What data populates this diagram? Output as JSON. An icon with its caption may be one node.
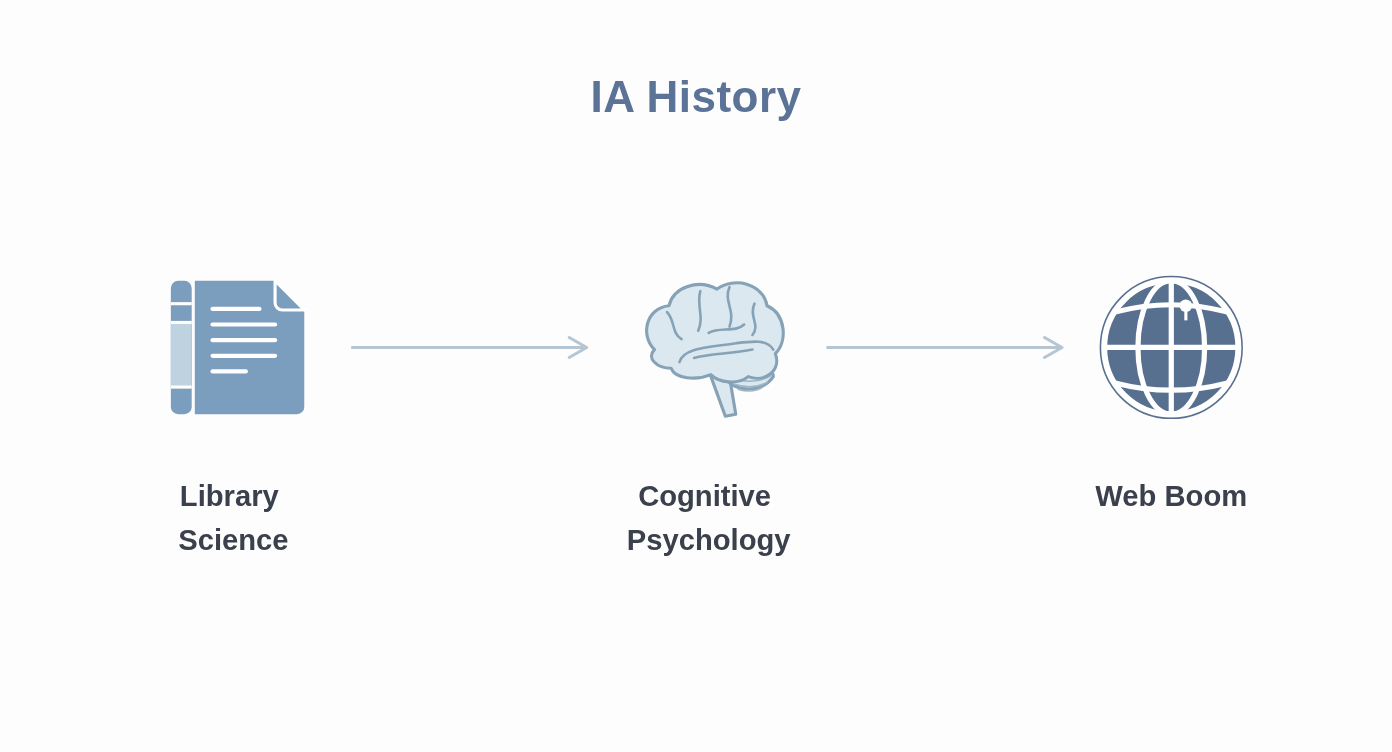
{
  "diagram": {
    "title": "IA History",
    "nodes": [
      {
        "text": [
          "Library Science"
        ]
      },
      {
        "text": [
          "Cognitive Psychology"
        ]
      },
      {
        "text": [
          "Web Boom"
        ]
      }
    ],
    "edges": [
      {
        "from": 0,
        "to": 1,
        "arrow": "to"
      },
      {
        "from": 1,
        "to": 2,
        "arrow": "to"
      }
    ]
  }
}
